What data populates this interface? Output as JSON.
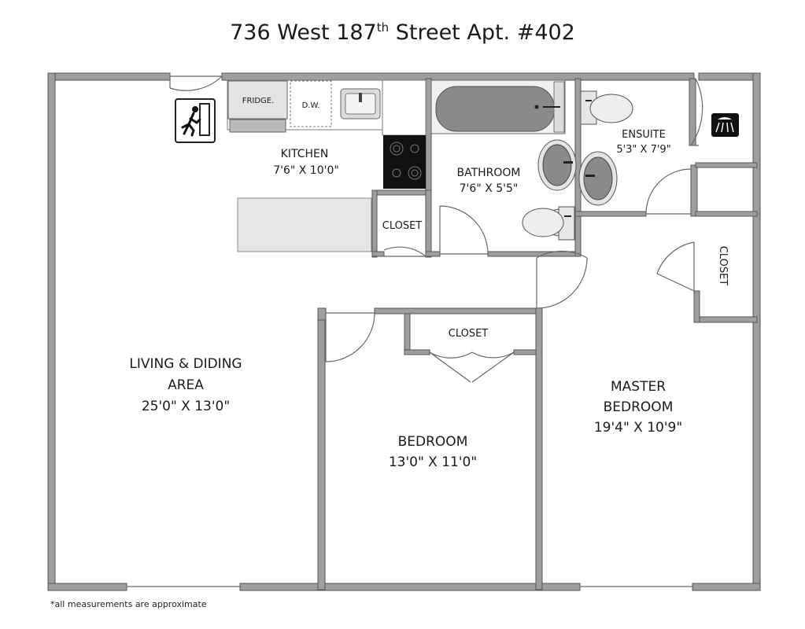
{
  "title": {
    "prefix": "736 West 187",
    "superscript": "th",
    "suffix": " Street Apt. #402"
  },
  "rooms": {
    "living": {
      "name_line1": "LIVING & DIDING",
      "name_line2": "AREA",
      "size": "25'0\" X 13'0\""
    },
    "kitchen": {
      "name": "KITCHEN",
      "size": "7'6\" X 10'0\""
    },
    "bathroom": {
      "name": "BATHROOM",
      "size": "7'6\" X 5'5\""
    },
    "ensuite": {
      "name": "ENSUITE",
      "size": "5'3\" X 7'9\""
    },
    "bedroom": {
      "name": "BEDROOM",
      "size": "13'0\" X 11'0\""
    },
    "master": {
      "name_line1": "MASTER",
      "name_line2": "BEDROOM",
      "size": "19'4\" X 10'9\""
    }
  },
  "closets": {
    "kitchen_closet": "CLOSET",
    "bedroom_closet": "CLOSET",
    "side_closet": "CLOSET"
  },
  "appliances": {
    "fridge": "FRIDGE.",
    "dishwasher": "D.W."
  },
  "icons": {
    "exit": "emergency-exit-sign-icon",
    "shower": "shower-icon"
  },
  "footnote": "*all measurements are approximate",
  "colors": {
    "wall": "#9e9e9e",
    "wall_edge": "#555555",
    "fixture_fill": "#e6e6e6",
    "tub_fill": "#8a8a8a",
    "stove_fill": "#111111"
  }
}
